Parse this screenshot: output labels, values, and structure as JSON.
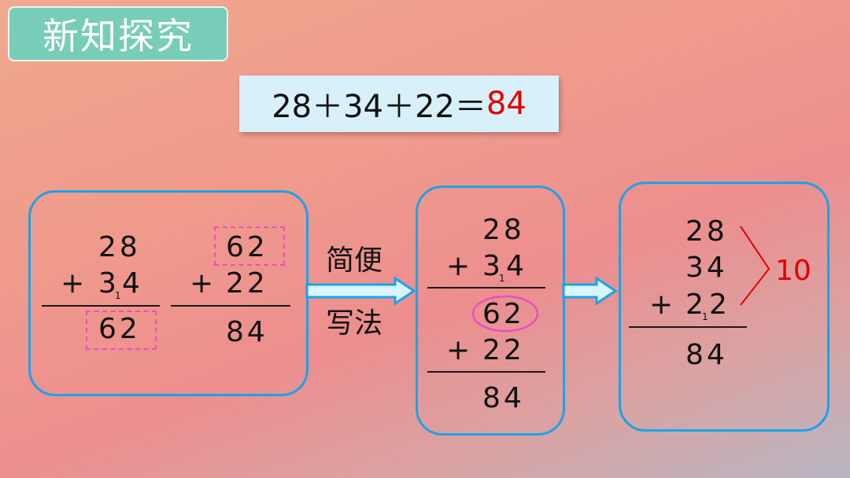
{
  "header": {
    "title": "新知探究"
  },
  "equation": {
    "expression": "28＋34＋22＝",
    "answer": "84"
  },
  "panel_left": {
    "col1": {
      "top": "28",
      "plus": "+",
      "mid_a": "3",
      "mid_b": "4",
      "carry": "1",
      "result": "62"
    },
    "col2": {
      "top": "62",
      "plus": "+",
      "mid": "22",
      "result": "84"
    }
  },
  "arrow_label": {
    "line1": "简便",
    "line2": "写法"
  },
  "panel_middle": {
    "top": "28",
    "plus1": "+",
    "mid_a": "3",
    "mid_b": "4",
    "carry": "1",
    "partial": "62",
    "plus2": "+",
    "mid2": "22",
    "result": "84"
  },
  "panel_right": {
    "top": "28",
    "mid": "34",
    "plus": "+",
    "bottom_a": "2",
    "bottom_b": "2",
    "carry": "1",
    "result": "84",
    "sum_label": "10"
  },
  "colors": {
    "accent_red": "#e00000",
    "panel_border": "#1aa3e8",
    "highlight_pink": "#e84fc0",
    "title_bg": "#78cdb8"
  }
}
